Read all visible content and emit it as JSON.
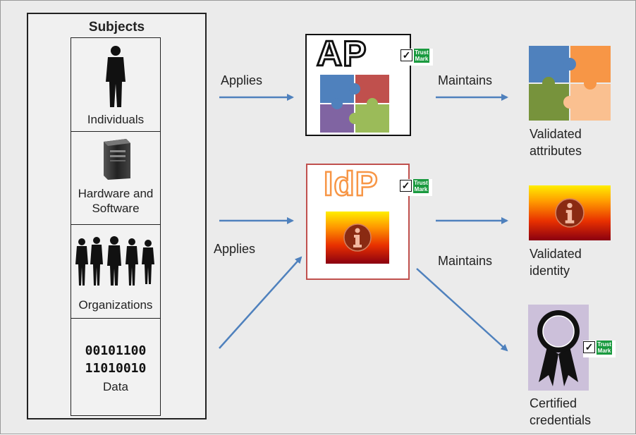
{
  "subjects": {
    "title": "Subjects",
    "items": [
      {
        "label": "Individuals"
      },
      {
        "label": "Hardware and Software"
      },
      {
        "label": "Organizations"
      },
      {
        "label": "Data",
        "binary_line1": "00101100",
        "binary_line2": "11010010"
      }
    ]
  },
  "flow": {
    "applies_top": "Applies",
    "applies_bottom": "Applies",
    "maintains_top": "Maintains",
    "maintains_bottom": "Maintains"
  },
  "ap": {
    "title": "AP",
    "trust_text": "Trust Mark"
  },
  "idp": {
    "title": "IdP",
    "trust_text": "Trust Mark"
  },
  "outputs": {
    "attributes": {
      "line1": "Validated",
      "line2": "attributes"
    },
    "identity": {
      "line1": "Validated",
      "line2": "identity"
    },
    "credentials": {
      "line1": "Certified",
      "line2": "credentials",
      "trust_text": "Trust Mark"
    }
  },
  "colors": {
    "arrow": "#4f81bd",
    "puzzle_blue": "#4f81bd",
    "puzzle_red": "#c0504d",
    "puzzle_purple": "#8064a2",
    "puzzle_green": "#9bbb59",
    "puzzle_orange": "#f79646",
    "puzzle_peach": "#fac090",
    "puzzle_olive": "#77933c",
    "idp_border": "#c0504d",
    "idp_title": "#f79646",
    "certificate_bg": "#ccc0da"
  }
}
